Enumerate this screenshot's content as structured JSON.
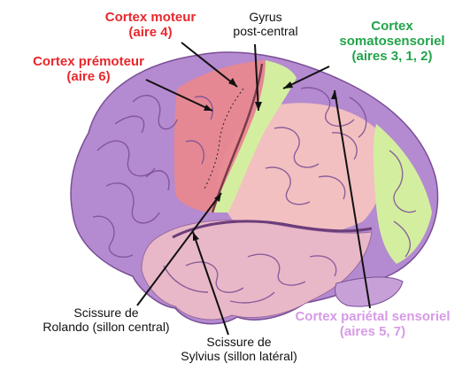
{
  "labels": {
    "cortex_moteur": {
      "line1": "Cortex moteur",
      "line2": "(aire 4)"
    },
    "cortex_premoteur": {
      "line1": "Cortex prémoteur",
      "line2": "(aire 6)"
    },
    "gyrus_post_central": {
      "line1": "Gyrus",
      "line2": "post-central"
    },
    "cortex_somatosensoriel": {
      "line1": "Cortex",
      "line2": "somatosensoriel",
      "line3": "(aires 3, 1, 2)"
    },
    "scissure_rolando": {
      "line1": "Scissure de",
      "line2": "Rolando (sillon central)"
    },
    "scissure_sylvius": {
      "line1": "Scissure de",
      "line2": "Sylvius (sillon latéral)"
    },
    "cortex_parietal": {
      "line1": "Cortex pariétal sensoriel",
      "line2": "(aires 5, 7)"
    }
  },
  "colors": {
    "motor_red": "#e8282d",
    "somato_green": "#22a44a",
    "parietal_pink": "#d69ae6",
    "brain_purple": "#b48ad0",
    "brain_pink": "#f2c0c0",
    "motor_area": "#e8888f",
    "somato_area": "#d4eea0"
  }
}
